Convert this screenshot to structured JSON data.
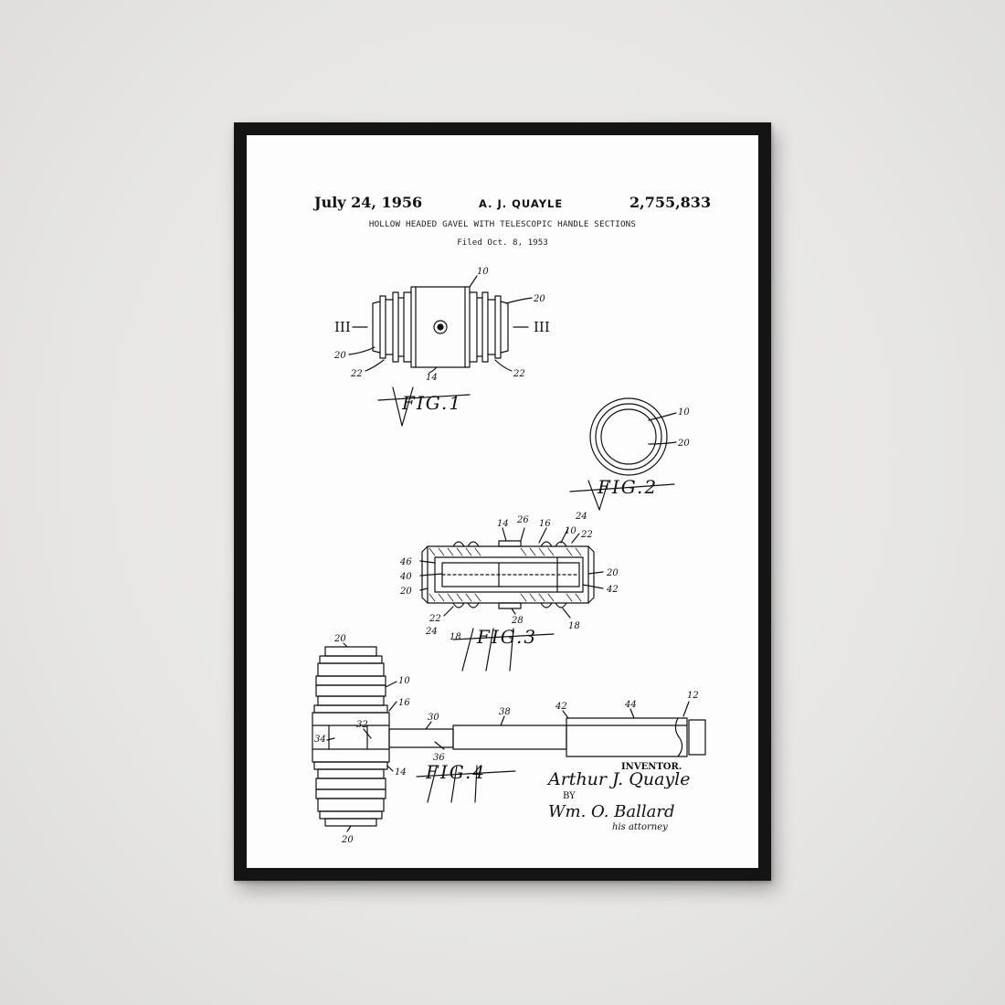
{
  "patent": {
    "date": "July 24, 1956",
    "inventor_header": "A. J. QUAYLE",
    "number": "2,755,833",
    "title": "HOLLOW HEADED GAVEL WITH TELESCOPIC HANDLE SECTIONS",
    "filed": "Filed Oct. 8, 1953"
  },
  "figures": {
    "fig1": {
      "caption": "FIG.1",
      "section_left": "III",
      "section_right": "III",
      "labels": [
        "10",
        "20",
        "20",
        "14",
        "22",
        "22"
      ]
    },
    "fig2": {
      "caption": "FIG.2",
      "labels": [
        "10",
        "20"
      ]
    },
    "fig3": {
      "caption": "FIG.3",
      "labels": [
        "14",
        "26",
        "16",
        "24",
        "10",
        "22",
        "46",
        "40",
        "20",
        "20",
        "42",
        "22",
        "24",
        "18",
        "28",
        "18"
      ]
    },
    "fig4": {
      "caption": "FIG.4",
      "labels": [
        "20",
        "10",
        "16",
        "32",
        "34",
        "30",
        "36",
        "38",
        "42",
        "44",
        "12",
        "14",
        "20"
      ]
    }
  },
  "signature": {
    "inventor_label": "INVENTOR.",
    "inventor_name": "Arthur J. Quayle",
    "by": "BY",
    "attorney_name": "Wm. O. Ballard",
    "attorney_role": "his attorney"
  },
  "colors": {
    "frame": "#141414",
    "paper": "#fdfdfd",
    "wall": "#e9e8e6",
    "ink": "#111111"
  }
}
